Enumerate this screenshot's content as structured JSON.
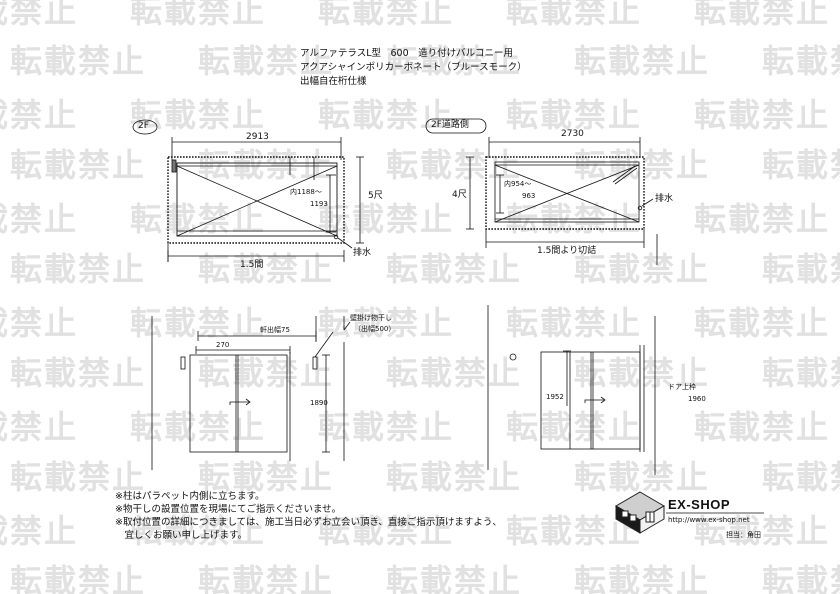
{
  "watermark": "転載禁止",
  "title_lines": [
    "アルファテラスL型　600　造り付けバルコニー用",
    "アクアシャインポリカーボネート（ブルースモーク）",
    "出幅自在桁仕様"
  ],
  "plan_left": {
    "badge": "2F",
    "width": "2913",
    "inner": "内1188～",
    "inner2": "1193",
    "depth": "5尺",
    "drain": "排水",
    "span": "1.5間"
  },
  "plan_right": {
    "badge": "2F道路側",
    "width": "2730",
    "inner": "内954～",
    "inner2": "963",
    "depth": "4尺",
    "drain": "排水",
    "span": "1.5間より切詰"
  },
  "elev_left": {
    "eave": "軒出幅75",
    "dim": "270",
    "height": "1890",
    "hanger": "壁掛け物干し",
    "hanger2": "（出幅500）"
  },
  "elev_right": {
    "height": "1952",
    "door": "ドア上枠",
    "door2": "1960"
  },
  "notes": [
    "※柱はパラペット内側に立ちます。",
    "※物干しの設置位置を現場にてご指示くださいませ。",
    "※取付位置の詳細につきましては、施工当日必ずお立会い頂き、直接ご指示頂けますよう、",
    "　宜しくお願い申し上げます。"
  ],
  "logo": {
    "brand": "EX-SHOP",
    "url": "http://www.ex-shop.net",
    "staff": "担当：角田"
  }
}
